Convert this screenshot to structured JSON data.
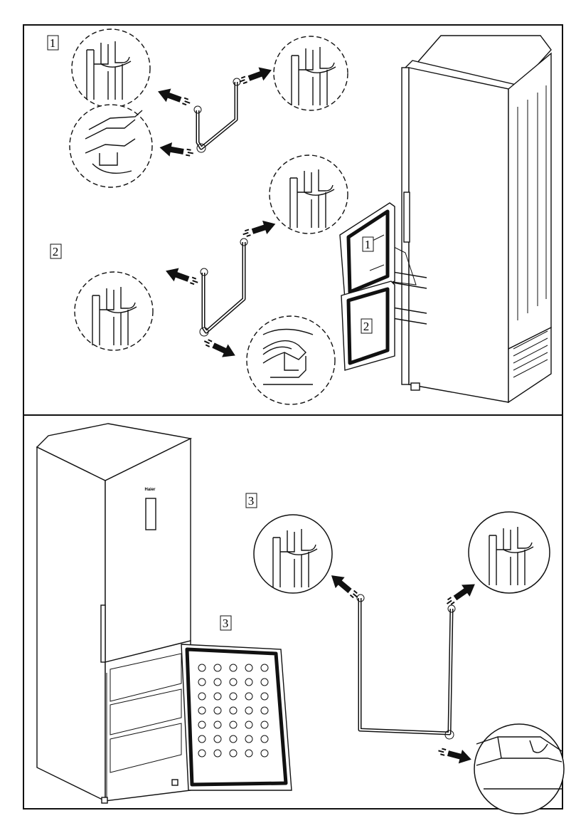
{
  "steps": {
    "top_step_1": "1",
    "top_step_2": "2",
    "door_label_1": "1",
    "door_label_2": "2",
    "bottom_step_3": "3",
    "door_label_3": "3"
  },
  "brand": "Haier",
  "icons": {
    "magnifier": "dashed-circle-zoom-icon",
    "arrow": "striped-arrow-icon",
    "gasket": "door-gasket-icon"
  },
  "colors": {
    "line": "#111111",
    "background": "#ffffff"
  }
}
